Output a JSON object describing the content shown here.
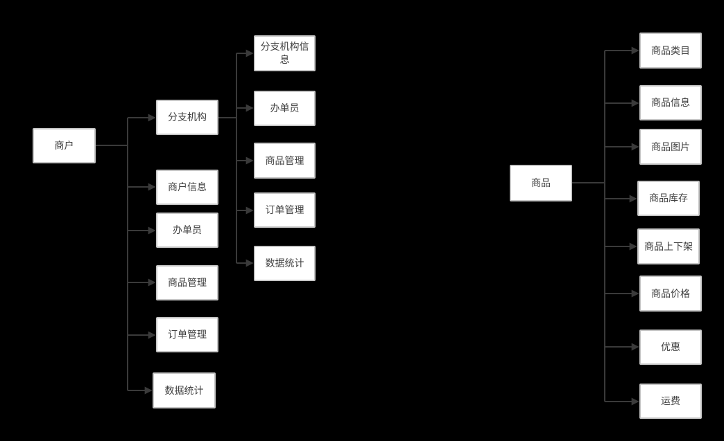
{
  "diagram": {
    "title": "merchant-and-product-structure-diagram",
    "theme": {
      "background_color": "#000000",
      "box_fill": "#ffffff",
      "box_border": "#c6c6c6",
      "text_color": "#3f3f3f",
      "connector_color": "#3a3a3a"
    },
    "trees": [
      {
        "name": "merchant-tree",
        "root": {
          "label": "商户"
        },
        "level1": [
          {
            "label": "分支机构",
            "children": [
              {
                "label": "分支机构信息"
              },
              {
                "label": "办单员"
              },
              {
                "label": "商品管理"
              },
              {
                "label": "订单管理"
              },
              {
                "label": "数据统计"
              }
            ]
          },
          {
            "label": "商户信息"
          },
          {
            "label": "办单员"
          },
          {
            "label": "商品管理"
          },
          {
            "label": "订单管理"
          },
          {
            "label": "数据统计"
          }
        ]
      },
      {
        "name": "product-tree",
        "root": {
          "label": "商品"
        },
        "level1": [
          {
            "label": "商品类目"
          },
          {
            "label": "商品信息"
          },
          {
            "label": "商品图片"
          },
          {
            "label": "商品库存"
          },
          {
            "label": "商品上下架"
          },
          {
            "label": "商品价格"
          },
          {
            "label": "优惠"
          },
          {
            "label": "运费"
          }
        ]
      }
    ]
  }
}
